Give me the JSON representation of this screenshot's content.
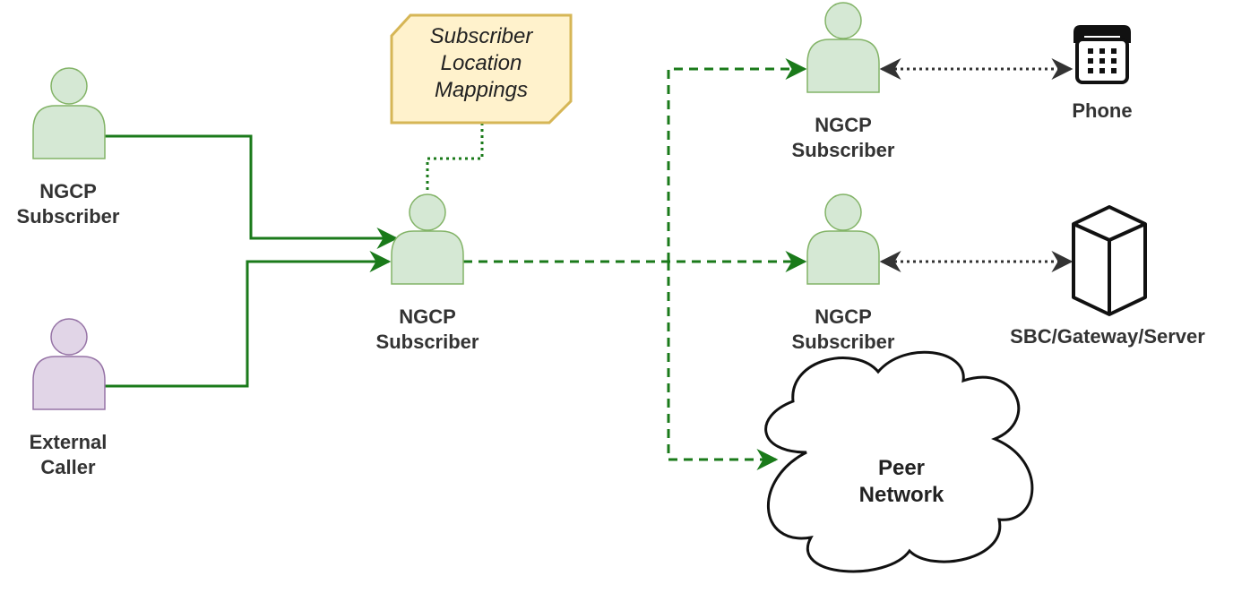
{
  "nodes": {
    "subscriber_top_left": {
      "line1": "NGCP",
      "line2": "Subscriber"
    },
    "external_caller": {
      "line1": "External",
      "line2": "Caller"
    },
    "subscriber_center": {
      "line1": "NGCP",
      "line2": "Subscriber"
    },
    "subscriber_top_right": {
      "line1": "NGCP",
      "line2": "Subscriber"
    },
    "subscriber_mid_right": {
      "line1": "NGCP",
      "line2": "Subscriber"
    },
    "phone": {
      "label": "Phone"
    },
    "server": {
      "label": "SBC/Gateway/Server"
    },
    "peer_network": {
      "line1": "Peer",
      "line2": "Network"
    },
    "note": {
      "line1": "Subscriber",
      "line2": "Location",
      "line3": "Mappings"
    }
  },
  "colors": {
    "subscriber_fill": "#d5e8d4",
    "subscriber_stroke": "#82b366",
    "caller_fill": "#e1d5e7",
    "caller_stroke": "#9673a6",
    "note_fill": "#fff2cc",
    "note_stroke": "#d6b656",
    "edge_green": "#1a7a1a",
    "edge_dark": "#333333"
  }
}
